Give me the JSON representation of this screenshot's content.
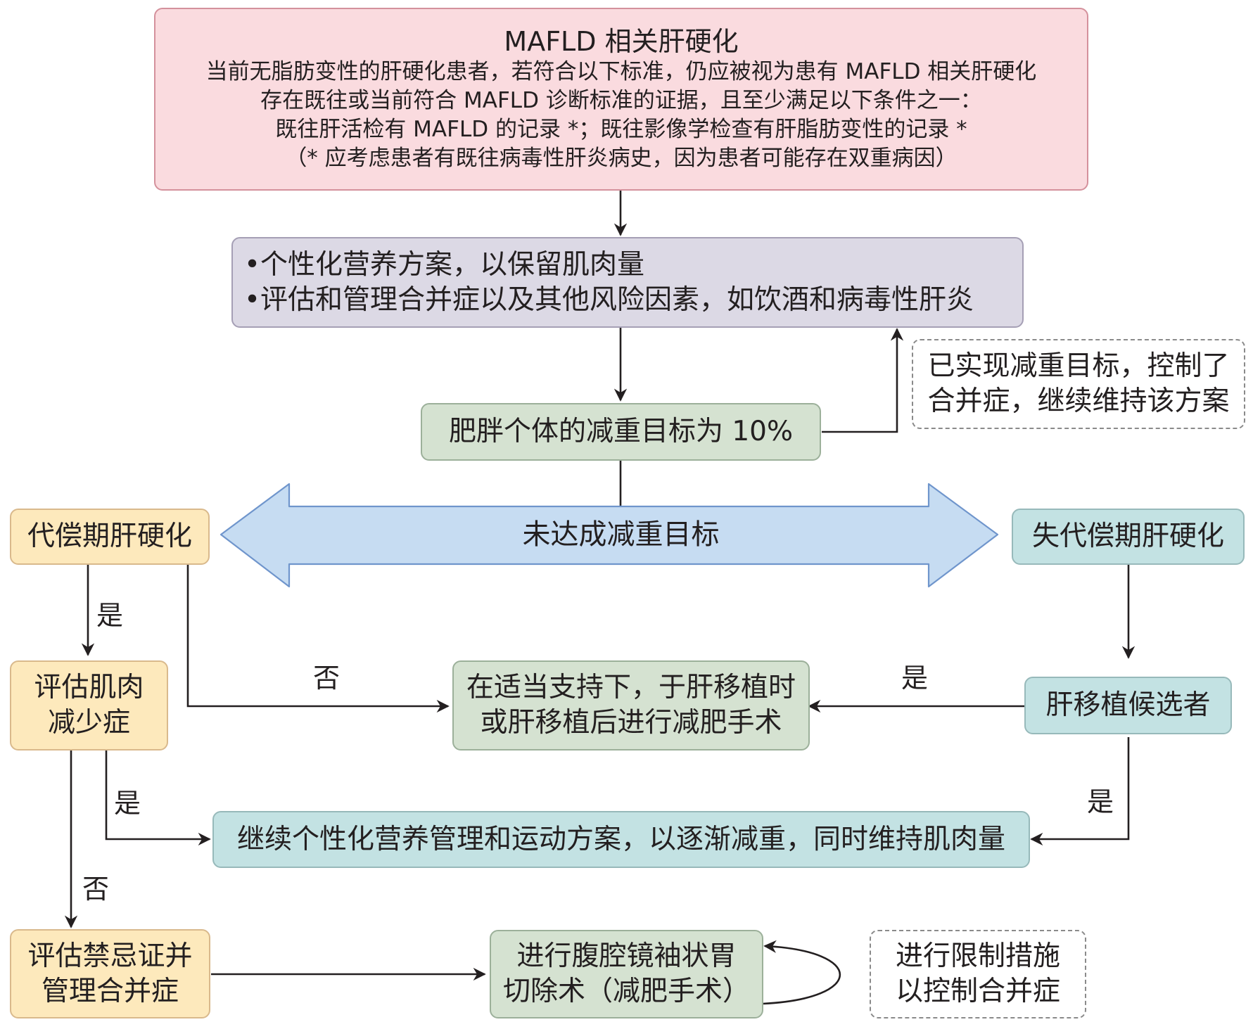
{
  "nodes": {
    "mafld_cirrhosis": {
      "title": "MAFLD 相关肝硬化",
      "lines": [
        "当前无脂肪变性的肝硬化患者，若符合以下标准，仍应被视为患有 MAFLD 相关肝硬化",
        "存在既往或当前符合 MAFLD 诊断标准的证据，且至少满足以下条件之一：",
        "既往肝活检有 MAFLD 的记录 *；既往影像学检查有肝脂肪变性的记录 *",
        "（* 应考虑患者有既往病毒性肝炎病史，因为患者可能存在双重病因）"
      ]
    },
    "plan": {
      "bullets": [
        "•个性化营养方案，以保留肌肉量",
        "•评估和管理合并症以及其他风险因素，如饮酒和病毒性肝炎"
      ]
    },
    "weight_goal": {
      "text": "肥胖个体的减重目标为 10%"
    },
    "goal_achieved": {
      "lines": [
        "已实现减重目标，控制了",
        "合并症，继续维持该方案"
      ]
    },
    "goal_not_met": {
      "text": "未达成减重目标"
    },
    "compensated": {
      "text": "代偿期肝硬化"
    },
    "decompensated": {
      "text": "失代偿期肝硬化"
    },
    "sarcopenia": {
      "lines": [
        "评估肌肉",
        "减少症"
      ]
    },
    "surgery_with_transplant": {
      "lines": [
        "在适当支持下，于肝移植时",
        "或肝移植后进行减肥手术"
      ]
    },
    "transplant_candidate": {
      "text": "肝移植候选者"
    },
    "continue_nutrition": {
      "text": "继续个性化营养管理和运动方案，以逐渐减重，同时维持肌肉量"
    },
    "contraindications": {
      "lines": [
        "评估禁忌证并",
        "管理合并症"
      ]
    },
    "sleeve_gastrectomy": {
      "lines": [
        "进行腹腔镜袖状胃",
        "切除术（减肥手术）"
      ]
    },
    "restrictive_measures": {
      "lines": [
        "进行限制措施",
        "以控制合并症"
      ]
    }
  },
  "edge_labels": {
    "compensated_yes": "是",
    "compensated_no": "否",
    "transplant_yes_left": "是",
    "sarcopenia_yes": "是",
    "transplant_yes_down": "是",
    "sarcopenia_no": "否"
  },
  "colors": {
    "pink": "#fadbdf",
    "lavender": "#dcd9e5",
    "green": "#d5e2d1",
    "yellow": "#fde9bc",
    "teal": "#c3e2e3",
    "blue_arrow": "#c6dcf2",
    "blue_arrow_border": "#6f95cc",
    "line": "#231f20"
  }
}
